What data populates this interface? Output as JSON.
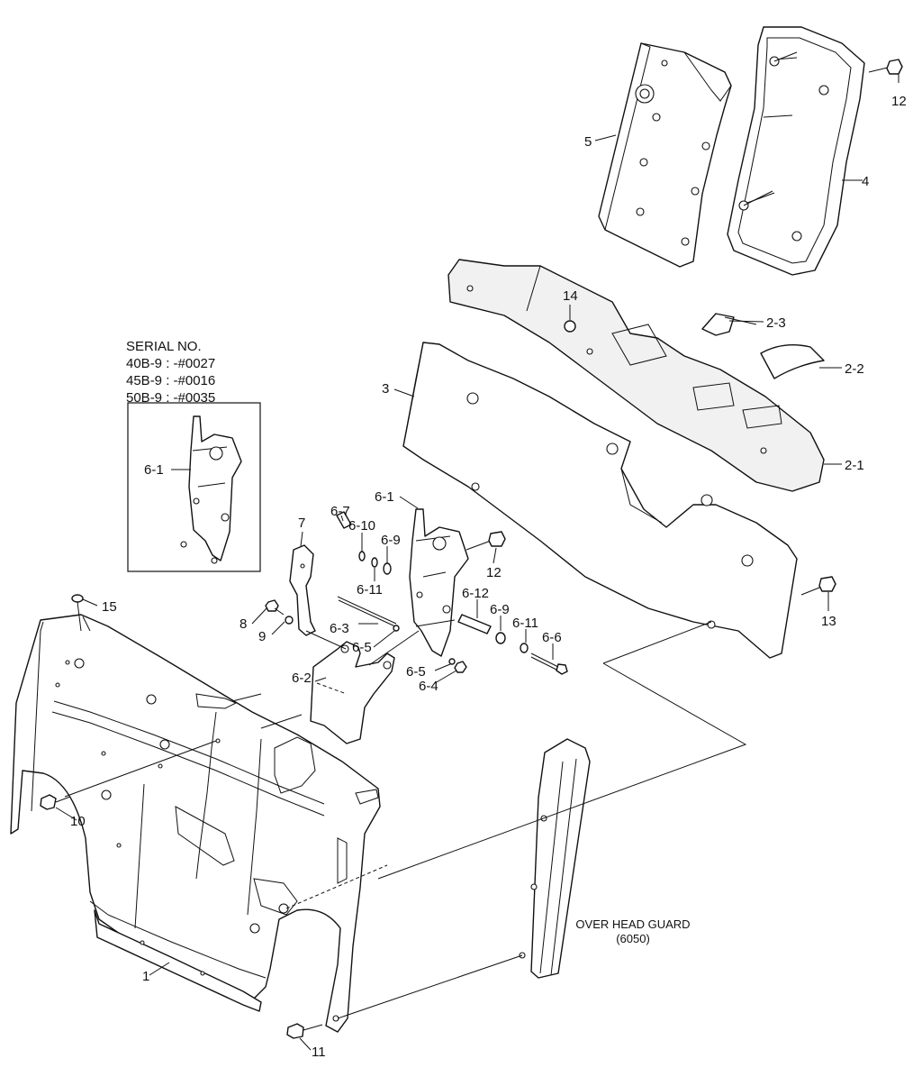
{
  "serial_note": {
    "heading": "SERIAL NO.",
    "lines": [
      "40B-9 : -#0027",
      "45B-9 : -#0016",
      "50B-9 : -#0035"
    ],
    "inset_callout": "6-1"
  },
  "over_head_guard": {
    "label": "OVER HEAD GUARD",
    "code": "(6050)"
  },
  "callouts": {
    "c1": "1",
    "c2_1": "2-1",
    "c2_2": "2-2",
    "c2_3": "2-3",
    "c3": "3",
    "c4": "4",
    "c5": "5",
    "c6_1": "6-1",
    "c6_2": "6-2",
    "c6_3": "6-3",
    "c6_4": "6-4",
    "c6_5a": "6-5",
    "c6_5b": "6-5",
    "c6_6": "6-6",
    "c6_7": "6-7",
    "c6_9a": "6-9",
    "c6_9b": "6-9",
    "c6_10": "6-10",
    "c6_11a": "6-11",
    "c6_11b": "6-11",
    "c6_12": "6-12",
    "c7": "7",
    "c8": "8",
    "c9": "9",
    "c10": "10",
    "c11": "11",
    "c12a": "12",
    "c12b": "12",
    "c13": "13",
    "c14": "14",
    "c15": "15"
  }
}
